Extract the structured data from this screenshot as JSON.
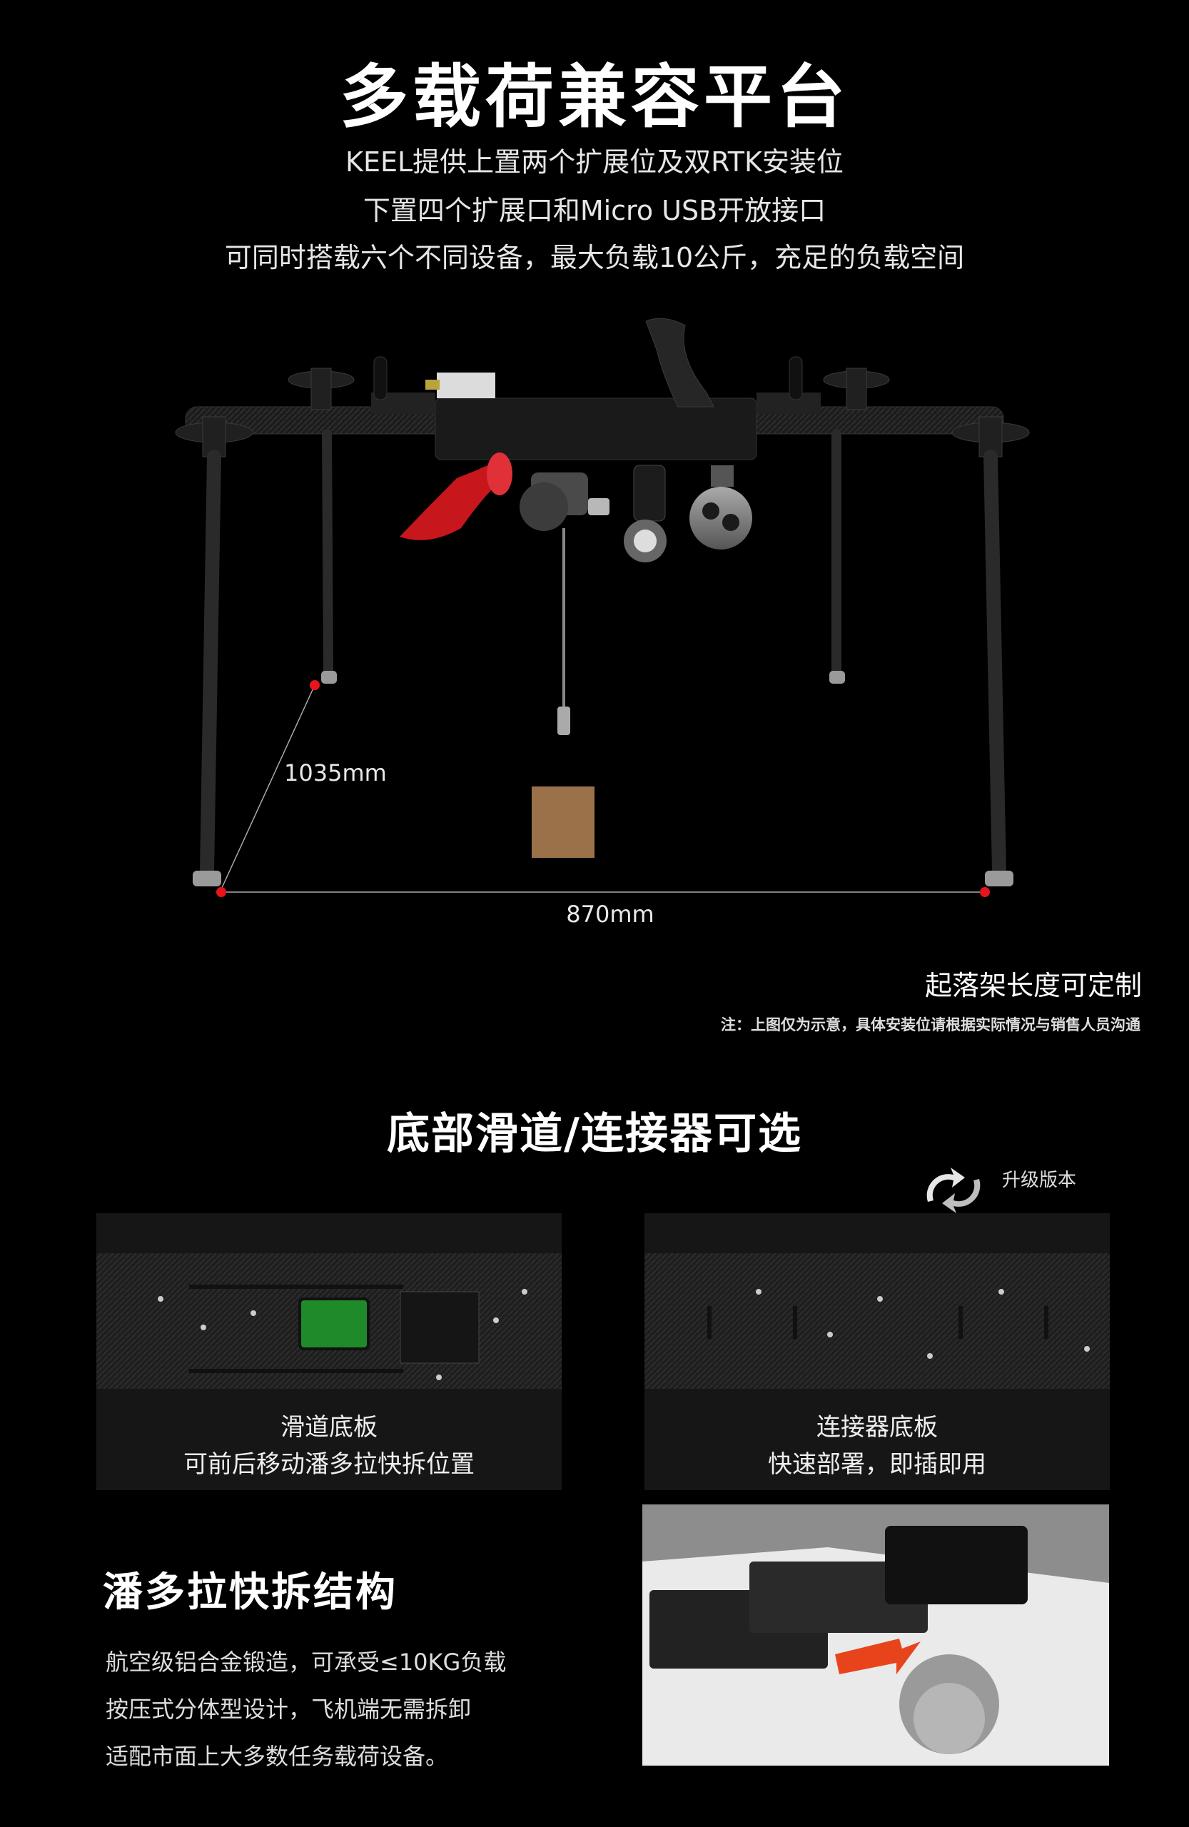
{
  "header": {
    "title": "多载荷兼容平台",
    "lines": [
      "KEEL提供上置两个扩展位及双RTK安装位",
      "下置四个扩展口和Micro USB开放接口",
      "可同时搭载六个不同设备，最大负载10公斤，充足的负载空间"
    ]
  },
  "dimensions": {
    "height": "1035mm",
    "width": "870mm"
  },
  "landing_gear_note": "起落架长度可定制",
  "footnote": "注：上图仅为示意，具体安装位请根据实际情况与销售人员沟通",
  "section2": {
    "title": "底部滑道/连接器可选",
    "upgrade_label": "升级版本",
    "cards": [
      {
        "line1": "滑道底板",
        "line2": "可前后移动潘多拉快拆位置"
      },
      {
        "line1": "连接器底板",
        "line2": "快速部署，即插即用"
      }
    ]
  },
  "pandora": {
    "title": "潘多拉快拆结构",
    "lines": [
      "航空级铝合金锻造，可承受≤10KG负载",
      "按压式分体型设计，飞机端无需拆卸",
      "适配市面上大多数任务载荷设备。"
    ]
  },
  "colors": {
    "accent_red": "#e8141b",
    "megaphone_red": "#c8161d",
    "sensor_green": "#1f8a2a",
    "box_brown": "#9a7148"
  }
}
